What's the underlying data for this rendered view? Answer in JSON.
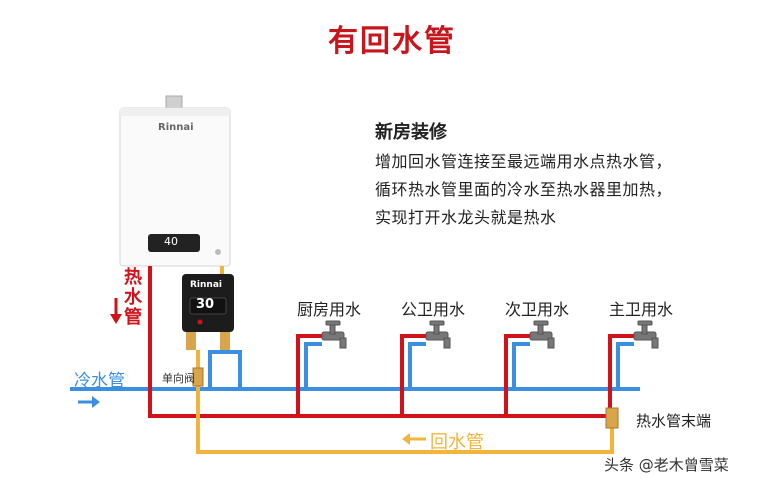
{
  "title": "有回水管",
  "description": {
    "heading": "新房装修",
    "lines": [
      "增加回水管连接至最远端用水点热水管，",
      "循环热水管里面的冷水至热水器里加热，",
      "实现打开水龙头就是热水"
    ]
  },
  "heater": {
    "brand": "Rinnai",
    "display": "40"
  },
  "pump": {
    "brand": "Rinnai",
    "display": "30"
  },
  "labels": {
    "hot_pipe": [
      "热",
      "水",
      "管"
    ],
    "cold_pipe": "冷水管",
    "check_valve": "单向阀",
    "hot_pipe_end": "热水管末端",
    "return_pipe": "回水管"
  },
  "taps": [
    "厨房用水",
    "公卫用水",
    "次卫用水",
    "主卫用水"
  ],
  "watermark": "头条 @老木曾雪菜",
  "colors": {
    "hot": "#d0121b",
    "cold": "#3a8fe0",
    "return": "#f2b43c",
    "title": "#c8161d"
  }
}
